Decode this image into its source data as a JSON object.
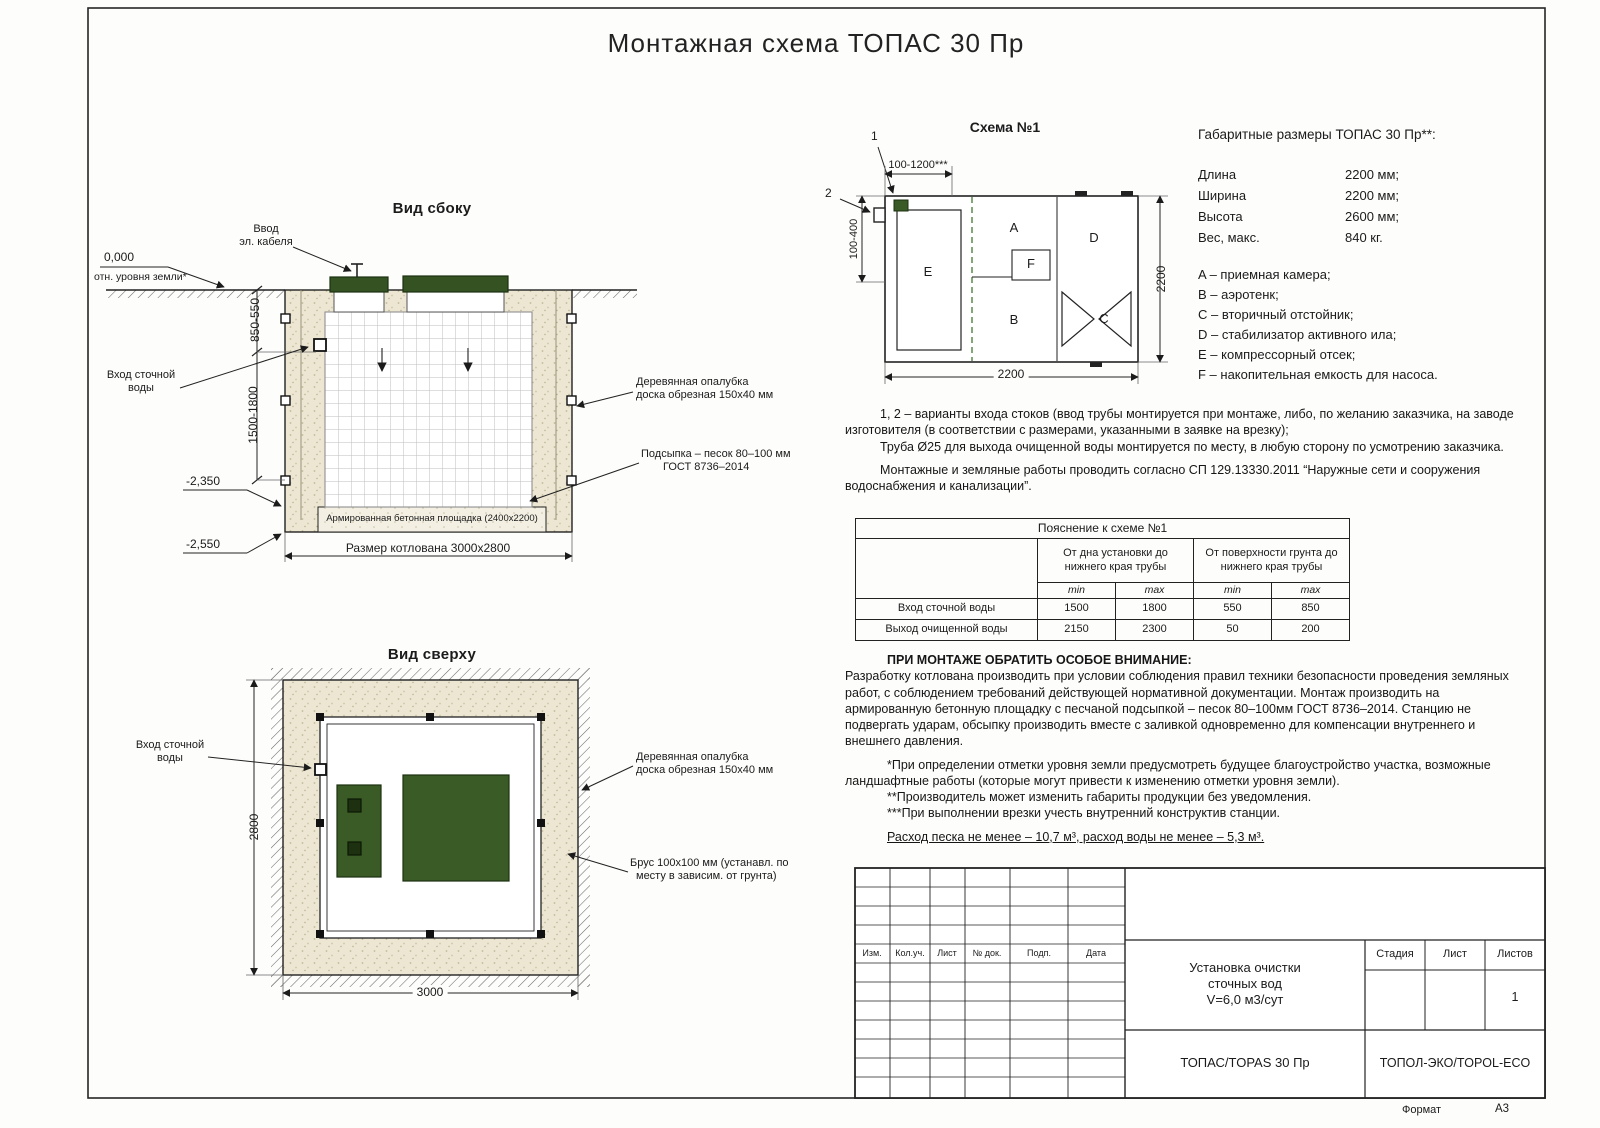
{
  "page": {
    "title": "Монтажная схема ТОПАС 30 Пр",
    "format_label": "Формат",
    "format_value": "А3"
  },
  "side_view": {
    "title": "Вид сбоку",
    "zero_mark": "0,000",
    "zero_note": "отн. уровня земли*",
    "cable_line1": "Ввод",
    "cable_line2": "эл. кабеля",
    "inlet_line1": "Вход сточной",
    "inlet_line2": "воды",
    "dim_upper": "850-550",
    "dim_lower": "1500-1800",
    "mark_minus_2350": "-2,350",
    "mark_minus_2550": "-2,550",
    "formwork_line1": "Деревянная опалубка",
    "formwork_line2": "доска обрезная 150х40 мм",
    "bedding_line1": "Подсыпка – песок 80–100 мм",
    "bedding_line2": "ГОСТ 8736–2014",
    "slab_label": "Армированная бетонная площадка (2400х2200)",
    "pit_size": "Размер котлована 3000х2800"
  },
  "top_view": {
    "title": "Вид сверху",
    "inlet_line1": "Вход сточной",
    "inlet_line2": "воды",
    "formwork_line1": "Деревянная опалубка",
    "formwork_line2": "доска обрезная 150х40 мм",
    "beam_line1": "Брус 100х100 мм (устанавл. по",
    "beam_line2": "месту в зависим. от грунта)",
    "dim_width": "2800",
    "dim_length": "3000"
  },
  "schema": {
    "title": "Схема №1",
    "marker_1": "1",
    "marker_2": "2",
    "dim_top": "100-1200***",
    "dim_left": "100-400",
    "dim_right": "2200",
    "dim_bottom": "2200",
    "comp_a": "A",
    "comp_b": "B",
    "comp_c": "C",
    "comp_d": "D",
    "comp_e": "E",
    "comp_f": "F"
  },
  "overall": {
    "title": "Габаритные размеры ТОПАС 30 Пр**:",
    "rows": [
      {
        "label": "Длина",
        "value": "2200 мм;"
      },
      {
        "label": "Ширина",
        "value": "2200 мм;"
      },
      {
        "label": "Высота",
        "value": "2600 мм;"
      },
      {
        "label": "Вес, макс.",
        "value": "840 кг."
      }
    ]
  },
  "legend": [
    "A – приемная камера;",
    "B – аэротенк;",
    "C – вторичный отстойник;",
    "D – стабилизатор активного ила;",
    "E – компрессорный отсек;",
    "F – накопительная емкость для насоса."
  ],
  "notes": {
    "note1": "1, 2 – варианты входа  стоков (ввод трубы монтируется при монтаже, либо, по желанию заказчика, на заводе изготовителя (в соответствии с размерами, указанными в заявке на врезку);",
    "note1b": "Труба Ø25 для выхода очищенной воды монтируется по месту, в любую сторону по усмотрению заказчика.",
    "note2": "Монтажные и земляные работы проводить согласно СП 129.13330.2011 “Наружные сети и сооружения водоснабжения и канализации”."
  },
  "table": {
    "caption": "Пояснение к схеме №1",
    "group1": "От дна установки до нижнего края трубы",
    "group2": "От поверхности грунта до нижнего края трубы",
    "min": "min",
    "max": "max",
    "rows": [
      {
        "label": "Вход сточной воды",
        "values": [
          "1500",
          "1800",
          "550",
          "850"
        ]
      },
      {
        "label": "Выход очищенной воды",
        "values": [
          "2150",
          "2300",
          "50",
          "200"
        ]
      }
    ]
  },
  "attention": {
    "title": "ПРИ МОНТАЖЕ ОБРАТИТЬ ОСОБОЕ ВНИМАНИЕ:",
    "para": "Разработку котлована производить при условии соблюдения правил техники безопасности проведения земляных работ, с соблюдением требований действующей нормативной документации.  Монтаж производить на армированную бетонную площадку с песчаной подсыпкой – песок 80–100мм ГОСТ 8736–2014. Станцию не подвергать ударам, обсыпку производить вместе с заливкой одновременно для компенсации внутреннего и внешнего давления.",
    "star1": "*При определении отметки уровня земли предусмотреть будущее благоустройство участка, возможные ландшафтные работы (которые могут привести к изменению отметки уровня земли).",
    "star2": "**Производитель может изменить габариты продукции без уведомления.",
    "star3": "***При выполнении врезки учесть внутренний конструктив станции.",
    "consumption": "Расход песка не менее – 10,7 м³, расход воды не менее – 5,3 м³."
  },
  "title_block": {
    "headers": [
      "Изм.",
      "Кол.уч.",
      "Лист",
      "№ док.",
      "Подп.",
      "Дата"
    ],
    "project_line1": "Установка очистки",
    "project_line2": "сточных вод",
    "project_line3": "V=6,0 м3/сут",
    "model": "ТОПАС/TOPAS 30 Пр",
    "stage_label": "Стадия",
    "sheet_label": "Лист",
    "sheets_label": "Листов",
    "sheets_value": "1",
    "company": "ТОПОЛ-ЭКО/TOPOL-ECO"
  }
}
